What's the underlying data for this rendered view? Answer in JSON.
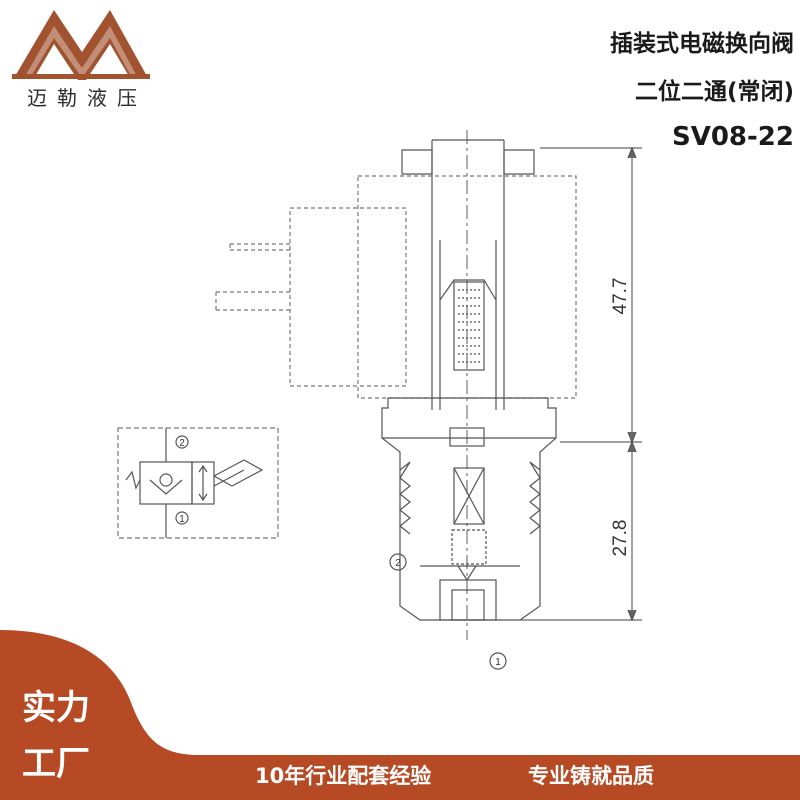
{
  "brand": {
    "name": "迈勒液压",
    "logo_letter": "M",
    "colors": {
      "brown": "#a1522f",
      "dark_rust": "#b54a24",
      "text": "#1a1a1a"
    }
  },
  "header": {
    "title_line1": "插装式电磁换向阀",
    "title_line2": "二位二通(常闭)",
    "model": "SV08-22"
  },
  "drawing": {
    "dimension_upper": "47.7",
    "dimension_lower": "27.8",
    "port_2": "2",
    "port_1": "1",
    "symbol_port_2": "2",
    "symbol_port_1": "1"
  },
  "footer": {
    "side_line1": "实力",
    "side_line2": "工厂",
    "slogan_left": "10年行业配套经验",
    "slogan_right": "专业铸就品质"
  }
}
